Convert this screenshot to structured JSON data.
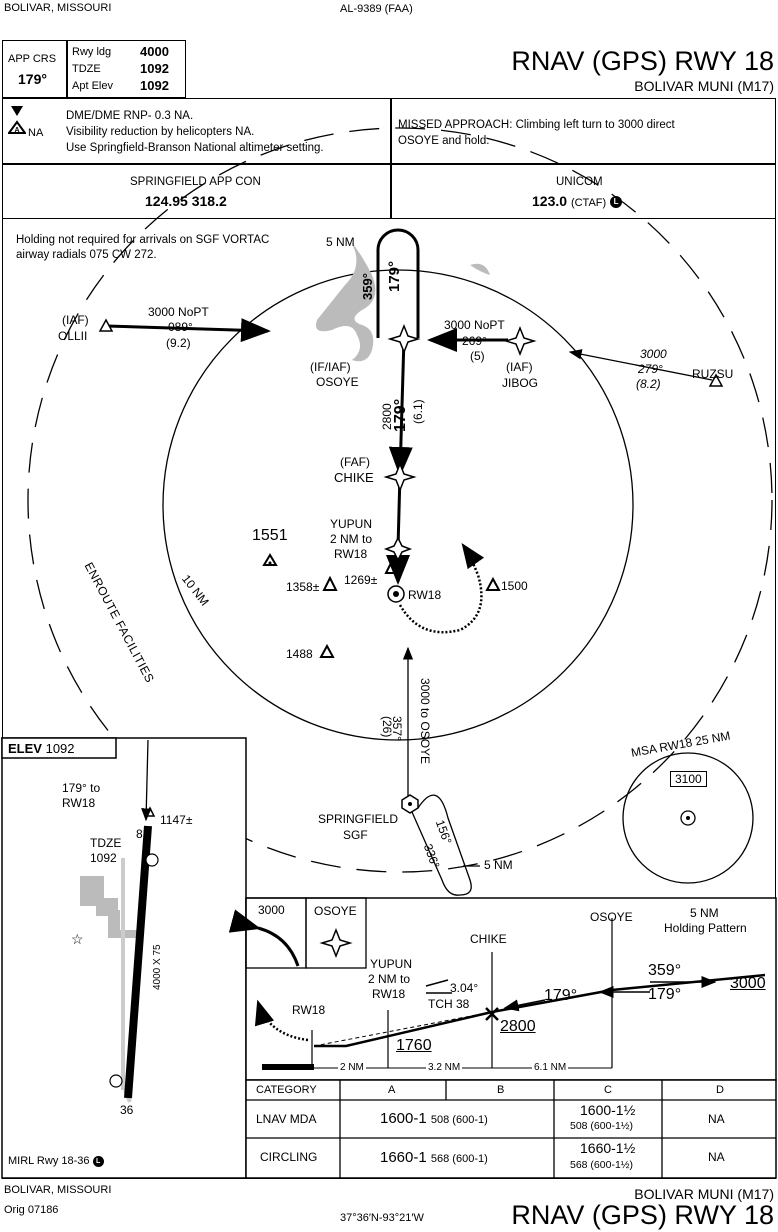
{
  "header": {
    "location": "BOLIVAR, MISSOURI",
    "chart_id": "AL-9389 (FAA)",
    "title": "RNAV (GPS) RWY 18",
    "airport": "BOLIVAR MUNI (M17)"
  },
  "briefing": {
    "app_crs_label": "APP CRS",
    "app_crs_value": "179°",
    "rwy_ldg_label": "Rwy ldg",
    "rwy_ldg_value": "4000",
    "tdze_label": "TDZE",
    "tdze_value": "1092",
    "apt_elev_label": "Apt Elev",
    "apt_elev_value": "1092",
    "na_symbol": "NA",
    "notes": [
      "DME/DME RNP- 0.3 NA.",
      "Visibility reduction by helicopters NA.",
      "Use Springfield-Branson National altimeter setting."
    ],
    "missed_approach_1": "MISSED APPROACH: Climbing left turn to 3000 direct",
    "missed_approach_2": "OSOYE and hold.",
    "app_con_label": "SPRINGFIELD APP CON",
    "app_con_freq": "124.95  318.2",
    "unicom_label": "UNICOM",
    "unicom_freq": "123.0",
    "ctaf": "(CTAF)",
    "ctaf_symbol": "L"
  },
  "plan": {
    "holding_note_1": "Holding not required for arrivals on SGF VORTAC",
    "holding_note_2": "airway radials 075 CW 272.",
    "hold_5nm": "5 NM",
    "ollii_iaf": "(IAF)",
    "ollii": "OLLII",
    "ollii_alt": "3000 NoPT",
    "ollii_crs": "089°",
    "ollii_dist": "(9.2)",
    "final_crs_1": "359°",
    "final_crs_2": "179°",
    "osoye_ifiaf": "(IF/IAF)",
    "osoye": "OSOYE",
    "jibog_alt": "3000 NoPT",
    "jibog_crs": "269°",
    "jibog_dist": "(5)",
    "jibog_iaf": "(IAF)",
    "jibog": "JIBOG",
    "ruzsu_alt": "3000",
    "ruzsu_crs": "279°",
    "ruzsu_dist": "(8.2)",
    "ruzsu": "RUZSU",
    "seg_alt": "2800",
    "seg_crs": "179°",
    "seg_dist": "(6.1)",
    "chike_faf": "(FAF)",
    "chike": "CHIKE",
    "yupun": "YUPUN",
    "yupun_2": "2 NM to",
    "yupun_3": "RW18",
    "obs_1551": "1551",
    "obs_1358": "1358",
    "obs_1269": "1269",
    "obs_1500": "1500",
    "obs_1488": "1488",
    "rw18": "RW18",
    "ten_nm": "10 NM",
    "enroute": "ENROUTE FACILITIES",
    "vortac_route_1": "3000 to OSOYE",
    "vortac_route_2": "357°",
    "vortac_route_3": "(26)",
    "springfield": "SPRINGFIELD",
    "sgf": "SGF",
    "hold_156": "156°",
    "hold_336": "336°",
    "hold_5nm_b": "5 NM",
    "msa_label": "MSA RW18 25 NM",
    "msa_alt": "3100"
  },
  "airport_diagram": {
    "elev_label": "ELEV",
    "elev_value": "1092",
    "crs_1": "179° to",
    "crs_2": "RW18",
    "obs": "1147",
    "tdze_label": "TDZE",
    "tdze_value": "1092",
    "rwy_top": "81",
    "rwy_bottom": "36",
    "dims": "4000 X 75",
    "lighting": "MIRL Rwy 18-36"
  },
  "profile": {
    "missed_alt": "3000",
    "missed_fix": "OSOYE",
    "osoye": "OSOYE",
    "hold_1": "5 NM",
    "hold_2": "Holding Pattern",
    "chike": "CHIKE",
    "yupun_1": "YUPUN",
    "yupun_2": "2 NM to",
    "yupun_3": "RW18",
    "gs": "3.04°",
    "tch": "TCH 38",
    "rw18": "RW18",
    "crs_a": "179°",
    "crs_b": "179°",
    "crs_out": "359°",
    "alt_3000": "3000",
    "alt_2800": "2800",
    "alt_1760": "1760",
    "d1": "2 NM",
    "d2": "3.2 NM",
    "d3": "6.1 NM"
  },
  "minima": {
    "headers": [
      "CATEGORY",
      "A",
      "B",
      "C",
      "D"
    ],
    "lnav_label": "LNAV MDA",
    "lnav_ab_main": "1600-1",
    "lnav_ab_sub": "508 (600-1)",
    "lnav_c_main": "1600-1½",
    "lnav_c_sub": "508 (600-1½)",
    "lnav_d": "NA",
    "circ_label": "CIRCLING",
    "circ_ab_main": "1660-1",
    "circ_ab_sub": "568 (600-1)",
    "circ_c_main": "1660-1½",
    "circ_c_sub": "568 (600-1½)",
    "circ_d": "NA"
  },
  "footer": {
    "location": "BOLIVAR, MISSOURI",
    "orig": "Orig 07186",
    "coords": "37°36′N-93°21′W",
    "airport": "BOLIVAR MUNI (M17)",
    "title": "RNAV (GPS) RWY 18"
  }
}
